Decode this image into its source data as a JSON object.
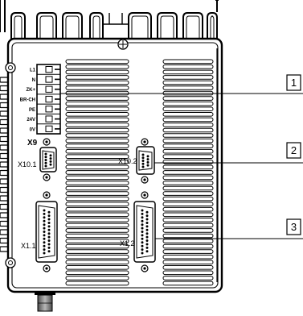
{
  "terminal_strip": {
    "pins": [
      "L1",
      "N",
      "ZK+",
      "BR-CH",
      "PE",
      "24V",
      "0V"
    ],
    "label": "X9"
  },
  "connectors": {
    "x10_1": "X10.1",
    "x10_2": "X10.2",
    "x1_1": "X1.1",
    "x1_2": "X1.2"
  },
  "callouts": [
    "1",
    "2",
    "3"
  ]
}
